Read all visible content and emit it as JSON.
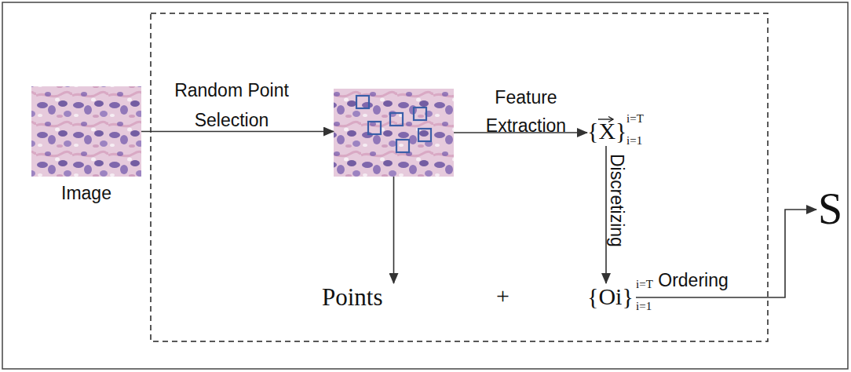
{
  "diagram": {
    "nodes": [
      {
        "text": [
          "Image"
        ]
      },
      {
        "text": []
      },
      {
        "text": [
          "{X}",
          "i=T",
          "i=1"
        ]
      },
      {
        "text": [
          "Points"
        ]
      },
      {
        "text": [
          "{Oi}",
          "i=T",
          "i=1"
        ]
      },
      {
        "text": [
          "S"
        ]
      }
    ],
    "edges": [
      {
        "from": 0,
        "to": 1,
        "arrow": "to",
        "label": "Random Point Selection"
      },
      {
        "from": 1,
        "to": 2,
        "arrow": "to",
        "label": "Feature Extraction"
      },
      {
        "from": 2,
        "to": 4,
        "arrow": "to",
        "label": "Discretizing"
      },
      {
        "from": 1,
        "to": 3,
        "arrow": "to"
      },
      {
        "from": 4,
        "to": 5,
        "arrow": "to",
        "label": "Ordering"
      }
    ],
    "labels": [
      "+"
    ]
  }
}
